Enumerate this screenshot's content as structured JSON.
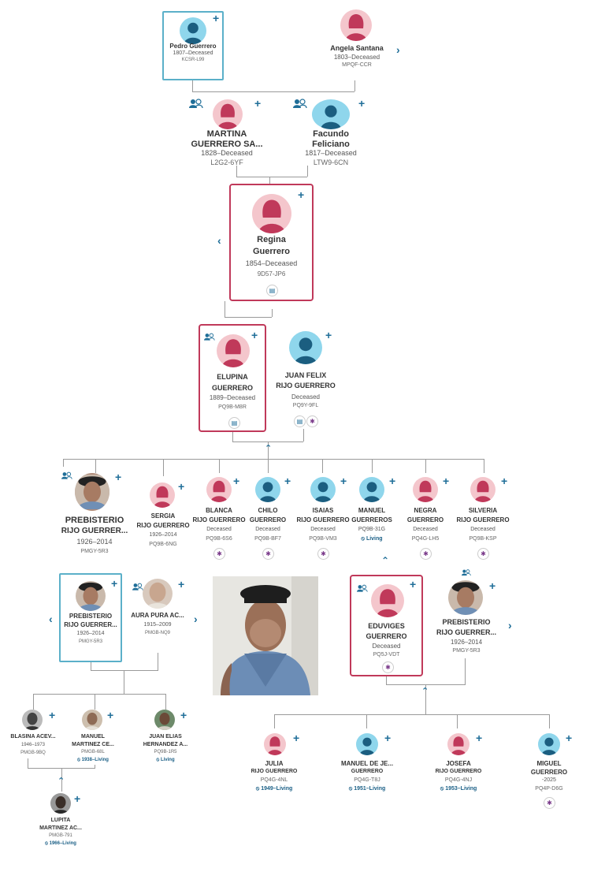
{
  "colors": {
    "female": "#f4c6cc",
    "female_fg": "#c0395a",
    "male": "#8fd6ec",
    "male_fg": "#1b5e80",
    "accent": "#1f6e98",
    "select": "#c0395a"
  },
  "gen1": {
    "pedro": {
      "name": "Pedro Guerrero",
      "dates": "1807–Deceased",
      "pid": "KCSR-L99"
    },
    "angela": {
      "name": "Angela Santana",
      "dates": "1803–Deceased",
      "pid": "MPQF-CCR"
    }
  },
  "gen2": {
    "martina": {
      "name": "MARTINA",
      "name2": "GUERRERO SA...",
      "dates": "1828–Deceased",
      "pid": "L2G2-6YF"
    },
    "facundo": {
      "name": "Facundo",
      "name2": "Feliciano",
      "dates": "1817–Deceased",
      "pid": "LTW9-6CN"
    }
  },
  "gen3": {
    "regina": {
      "name": "Regina",
      "name2": "Guerrero",
      "dates": "1854–Deceased",
      "pid": "9D57-JP6"
    }
  },
  "gen4": {
    "elupina": {
      "name": "ELUPINA",
      "name2": "GUERRERO",
      "dates": "1889–Deceased",
      "pid": "PQ9B-M8R"
    },
    "juanfelix": {
      "name": "JUAN FELIX",
      "name2": "RIJO GUERRERO",
      "dates": "Deceased",
      "pid": "PQ9Y-9FL"
    }
  },
  "children": [
    {
      "name": "PREBISTERIO",
      "name2": "RIJO GUERRER...",
      "dates": "1926–2014",
      "pid": "PMGY-5R3"
    },
    {
      "name": "SERGIA",
      "name2": "RIJO GUERRERO",
      "dates": "1926–2014",
      "pid": "PQ9B-6NG"
    },
    {
      "name": "BLANCA",
      "name2": "RIJO GUERRERO",
      "dates": "Deceased",
      "pid": "PQ9B-6S6"
    },
    {
      "name": "CHILO",
      "name2": "GUERRERO",
      "dates": "Deceased",
      "pid": "PQ9B-BF7"
    },
    {
      "name": "ISAIAS",
      "name2": "RIJO GUERRERO",
      "dates": "Deceased",
      "pid": "PQ9B-VM3"
    },
    {
      "name": "MANUEL",
      "name2": "GUERREROS",
      "dates": "PQ9B-31G",
      "pid": "Living"
    },
    {
      "name": "NEGRA",
      "name2": "GUERRERO",
      "dates": "Deceased",
      "pid": "PQ4G-LH5"
    },
    {
      "name": "SILVERIA",
      "name2": "RIJO GUERRERO",
      "dates": "Deceased",
      "pid": "PQ9B-KSP"
    }
  ],
  "left_family": {
    "prebisterio": {
      "name": "PREBISTERIO",
      "name2": "RIJO GUERRER...",
      "dates": "1926–2014",
      "pid": "PMGY-5R3"
    },
    "aura": {
      "name": "AURA PURA AC...",
      "dates": "1915–2009",
      "pid": "PMGB-NQ9"
    },
    "blasina": {
      "name": "BLASINA ACEV...",
      "dates": "1946–1973",
      "pid": "PMGB-9BQ"
    },
    "manuel": {
      "name": "MANUEL",
      "name2": "MARTINEZ CE...",
      "dates": "PMGB-68L",
      "living": "1938–Living"
    },
    "juanelias": {
      "name": "JUAN ELIAS",
      "name2": "HERNANDEZ A...",
      "dates": "PQ9B-1R5",
      "living": "Living"
    },
    "lupita": {
      "name": "LUPITA",
      "name2": "MARTINEZ AC...",
      "dates": "PMGB-791",
      "living": "1966–Living"
    }
  },
  "right_family": {
    "eduviges": {
      "name": "EDUVIGES",
      "name2": "GUERRERO",
      "dates": "Deceased",
      "pid": "PQ5J-VDT"
    },
    "prebisterio": {
      "name": "PREBISTERIO",
      "name2": "RIJO GUERRER...",
      "dates": "1926–2014",
      "pid": "PMGY-5R3"
    },
    "julia": {
      "name": "JULIA",
      "name2": "RIJO GUERRERO",
      "dates": "PQ4G-4NL",
      "living": "1949–Living"
    },
    "manueldeje": {
      "name": "MANUEL DE JE...",
      "name2": "GUERRERO",
      "dates": "PQ4G-T8J",
      "living": "1951–Living"
    },
    "josefa": {
      "name": "JOSEFA",
      "name2": "RIJO GUERRERO",
      "dates": "PQ4G-4NJ",
      "living": "1953–Living"
    },
    "miguel": {
      "name": "MIGUEL",
      "name2": "GUERRERO",
      "dates": "-2025",
      "pid": "PQ4P-D6G"
    }
  }
}
